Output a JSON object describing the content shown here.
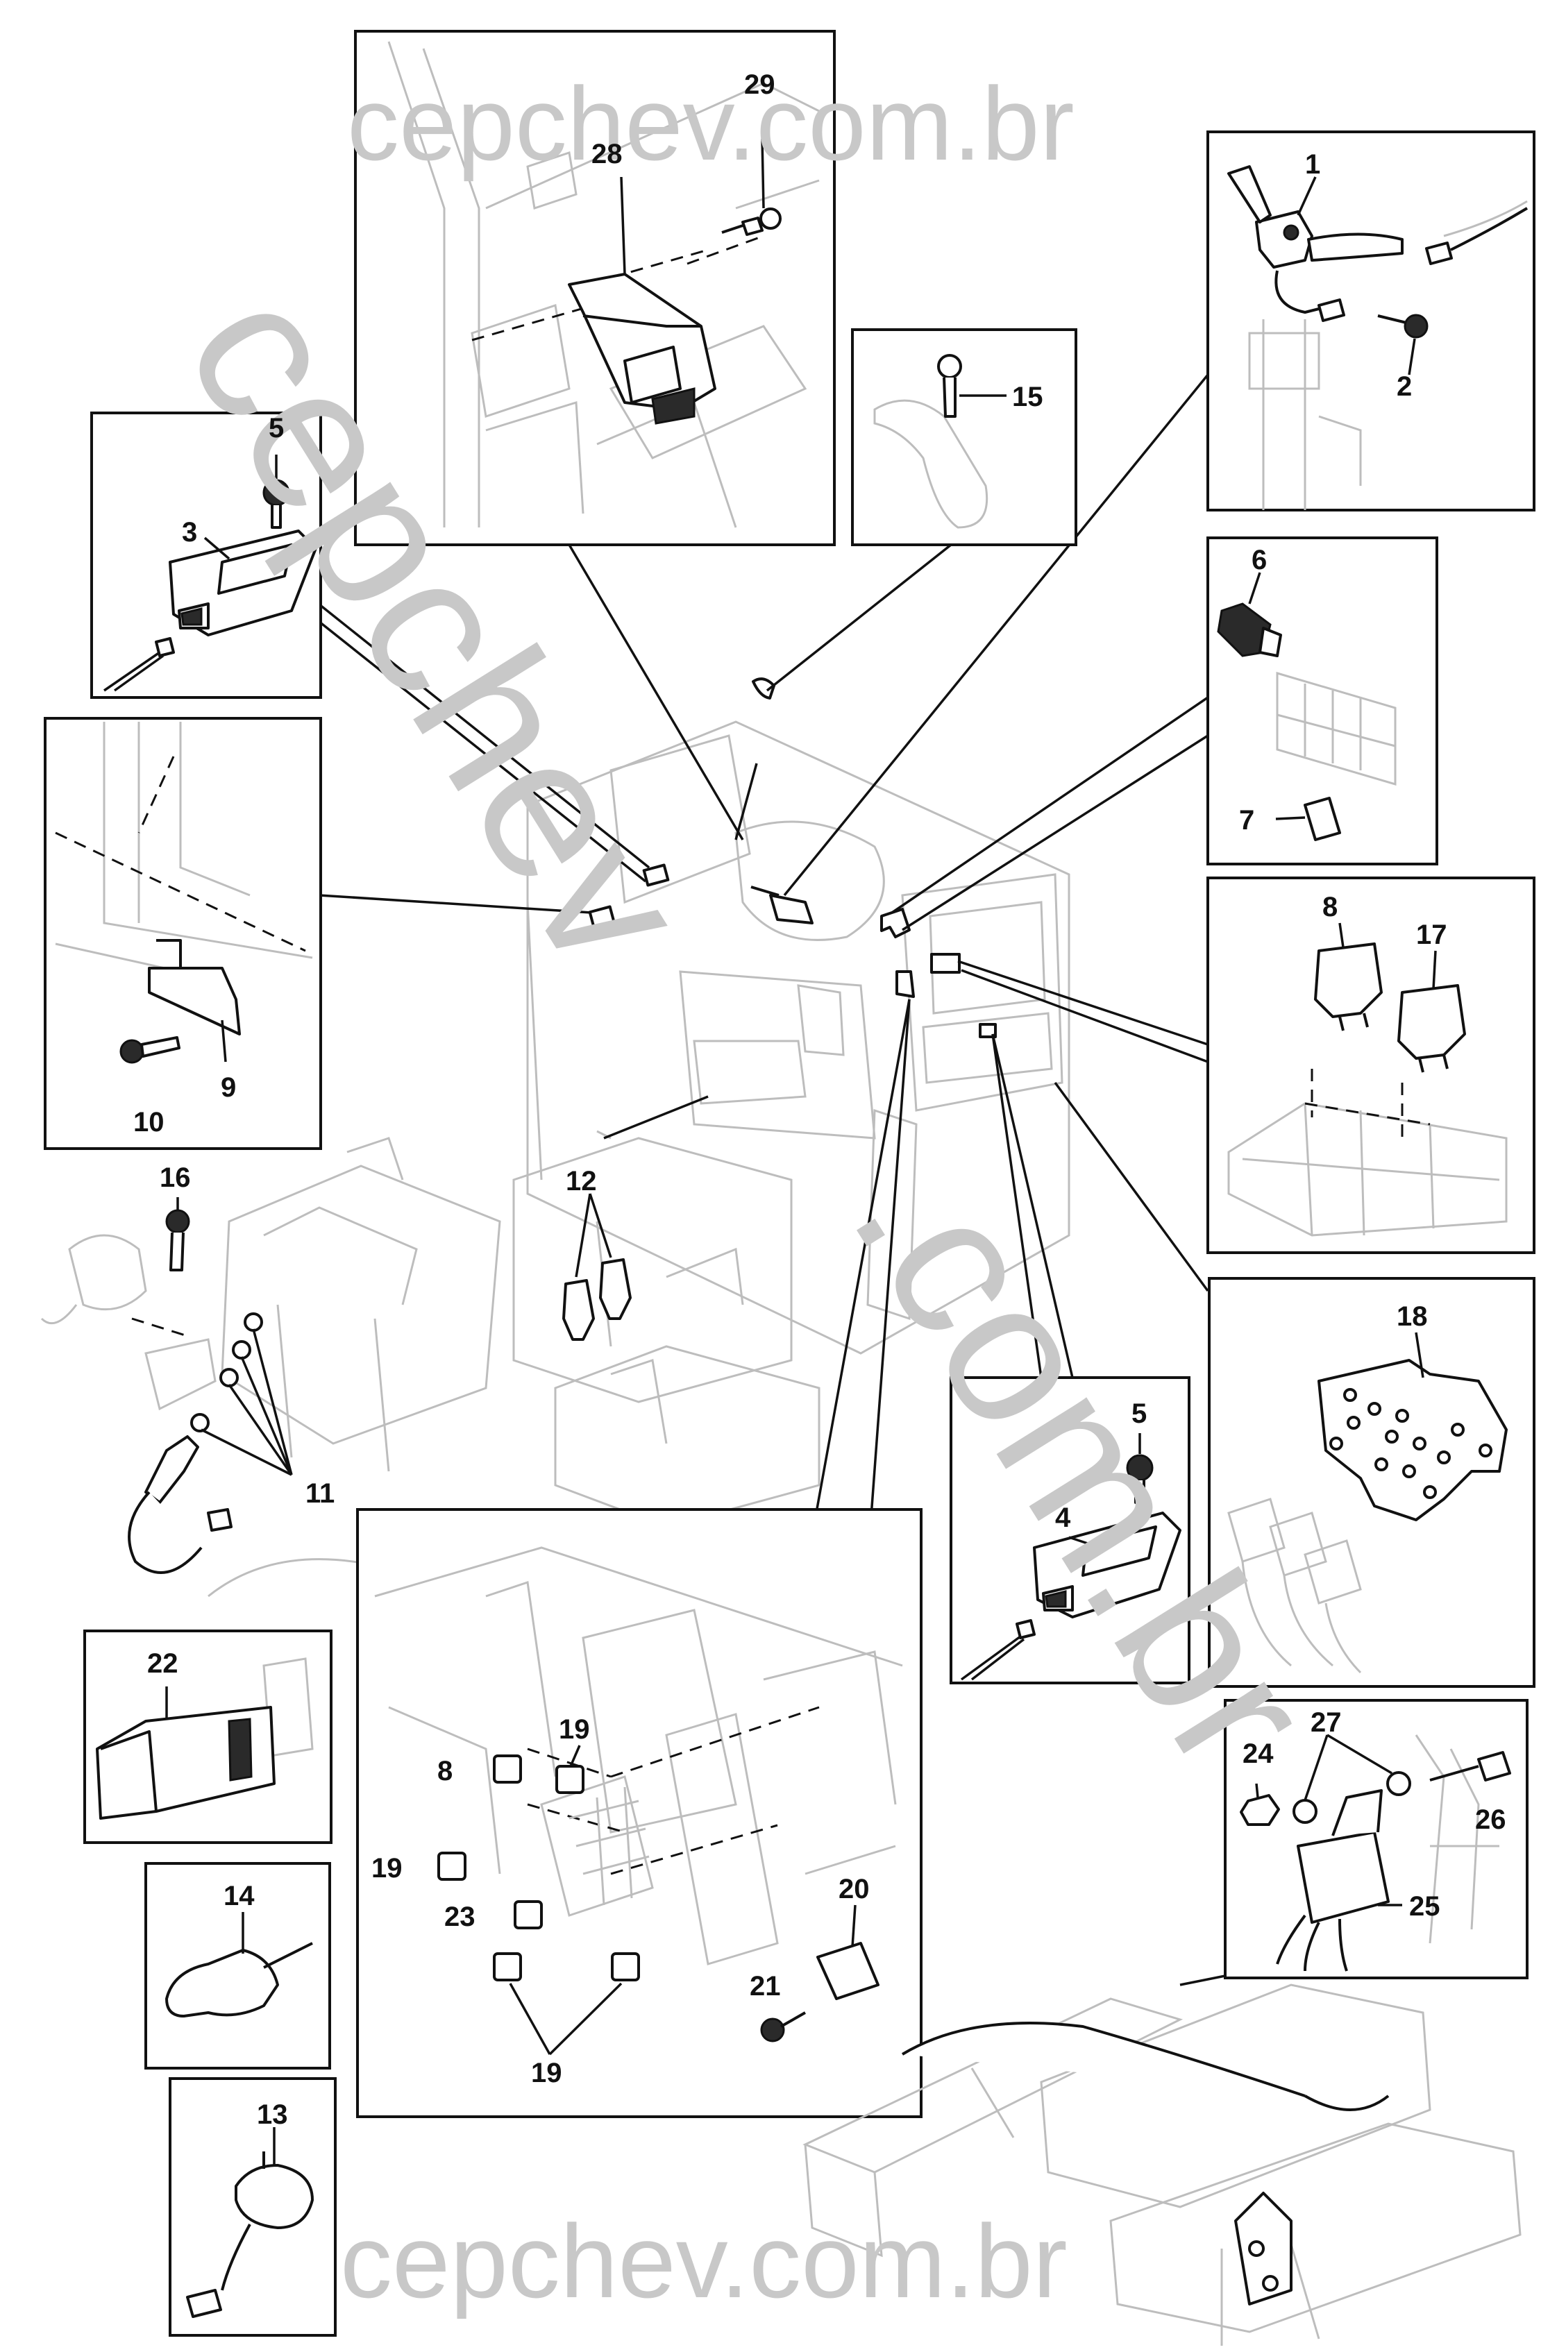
{
  "watermarks": {
    "top": "cepchev.com.br",
    "bottom": "cepchev.com.br",
    "diagonal_left": "cepchev",
    "diagonal_right": ".com.br"
  },
  "callouts": {
    "c1": "1",
    "c2": "2",
    "c3": "3",
    "c4": "4",
    "c5a": "5",
    "c5b": "5",
    "c6": "6",
    "c7": "7",
    "c8a": "8",
    "c8b": "8",
    "c9": "9",
    "c10": "10",
    "c11": "11",
    "c12": "12",
    "c13": "13",
    "c14": "14",
    "c15": "15",
    "c16": "16",
    "c17": "17",
    "c18": "18",
    "c19a": "19",
    "c19b": "19",
    "c19c": "19",
    "c20": "20",
    "c21": "21",
    "c22": "22",
    "c23": "23",
    "c24": "24",
    "c25": "25",
    "c26": "26",
    "c27": "27",
    "c28": "28",
    "c29": "29"
  },
  "colors": {
    "line": "#111111",
    "ghost": "#bdbdbd",
    "watermark": "#c8c8c8",
    "background": "#ffffff"
  }
}
